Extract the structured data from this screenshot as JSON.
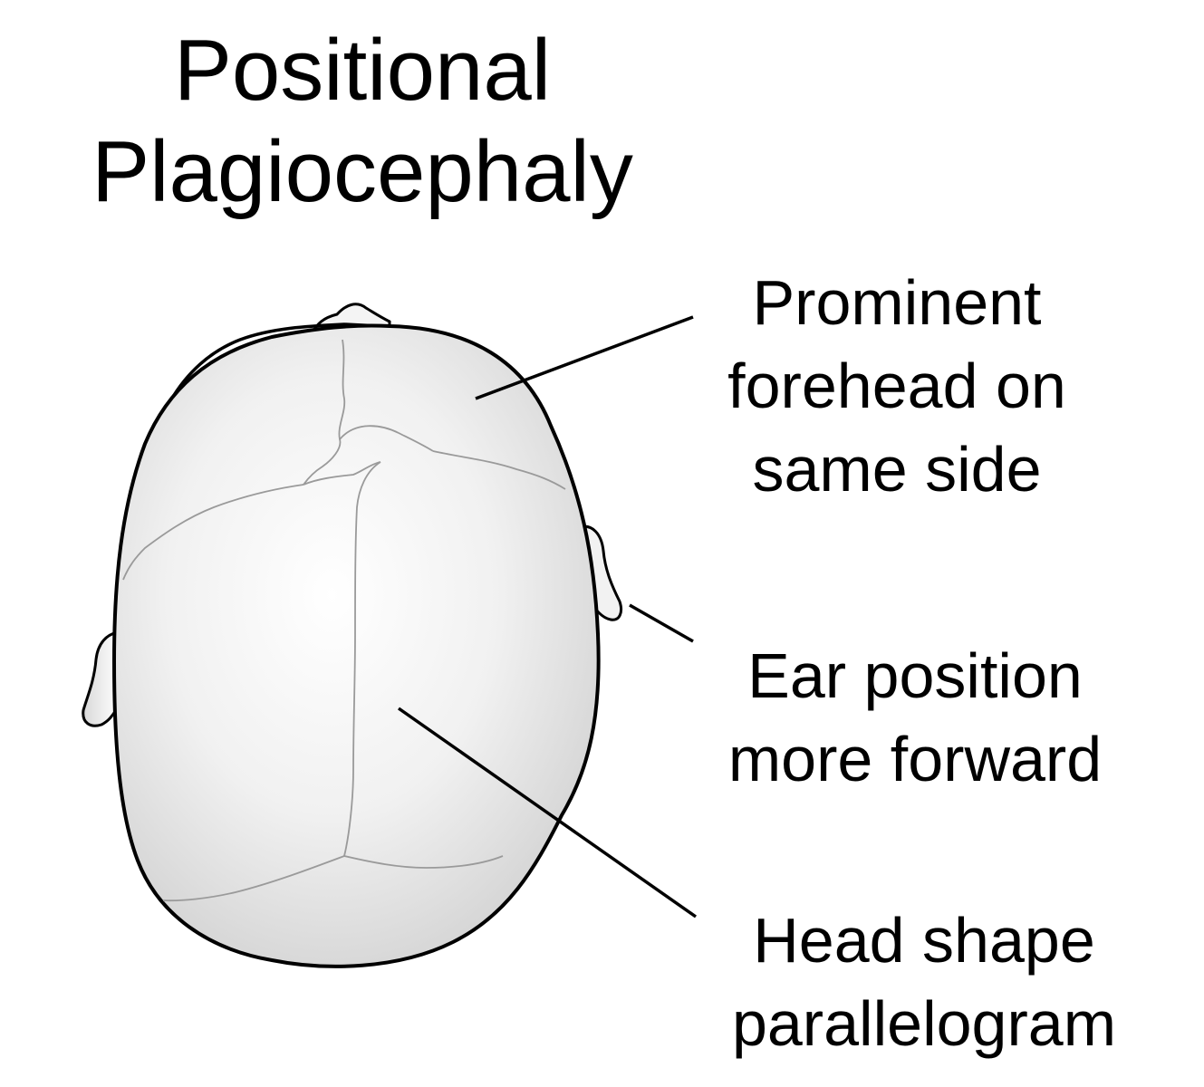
{
  "title": {
    "line1": "Positional",
    "line2": "Plagiocephaly"
  },
  "labels": {
    "forehead": {
      "line1": "Prominent",
      "line2": "forehead on",
      "line3": "same side"
    },
    "ear": {
      "line1": "Ear position",
      "line2": "more forward"
    },
    "head": {
      "line1": "Head shape",
      "line2": "parallelogram"
    }
  },
  "colors": {
    "outline": "#000000",
    "suture": "#9a9a9a",
    "skull_highlight": "#ffffff",
    "skull_shadow": "#d6d6d6"
  }
}
